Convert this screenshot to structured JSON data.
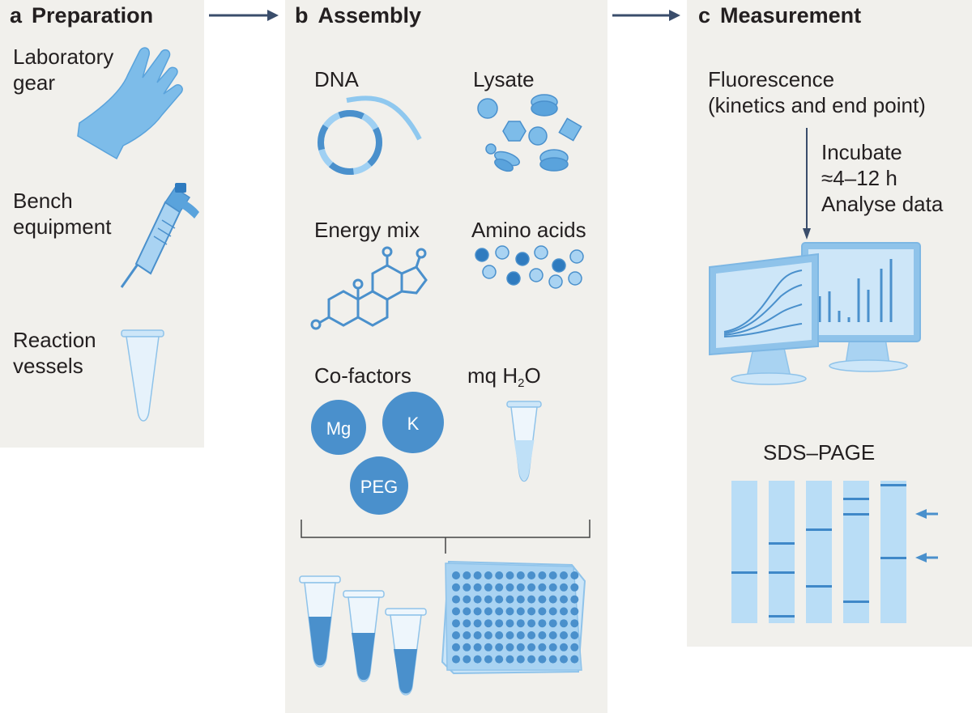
{
  "panels": {
    "preparation": {
      "letter": "a",
      "title": "Preparation",
      "items": [
        {
          "line1": "Laboratory",
          "line2": "gear",
          "icon": "glove-icon"
        },
        {
          "line1": "Bench",
          "line2": "equipment",
          "icon": "pipette-icon"
        },
        {
          "line1": "Reaction",
          "line2": "vessels",
          "icon": "tube-icon"
        }
      ]
    },
    "assembly": {
      "letter": "b",
      "title": "Assembly",
      "components": {
        "dna": "DNA",
        "lysate": "Lysate",
        "energy_mix": "Energy mix",
        "amino_acids": "Amino acids",
        "cofactors": "Co-factors",
        "water_prefix": "mq H",
        "water_sub": "2",
        "water_suffix": "O"
      },
      "cofactor_labels": {
        "mg": "Mg",
        "k": "K",
        "peg": "PEG"
      }
    },
    "measurement": {
      "letter": "c",
      "title": "Measurement",
      "fluorescence_line1": "Fluorescence",
      "fluorescence_line2": "(kinetics and end point)",
      "step_line1": "Incubate",
      "step_line2": "≈4–12 h",
      "step_line3": "Analyse data",
      "gel_title": "SDS–PAGE"
    }
  },
  "colors": {
    "panel_bg": "#f1f0ec",
    "accent_blue": "#4a90cc",
    "light_blue": "#a9d3f2",
    "pale_blue": "#cde6f8",
    "arrow": "#3a4d6b",
    "text": "#231f20"
  }
}
